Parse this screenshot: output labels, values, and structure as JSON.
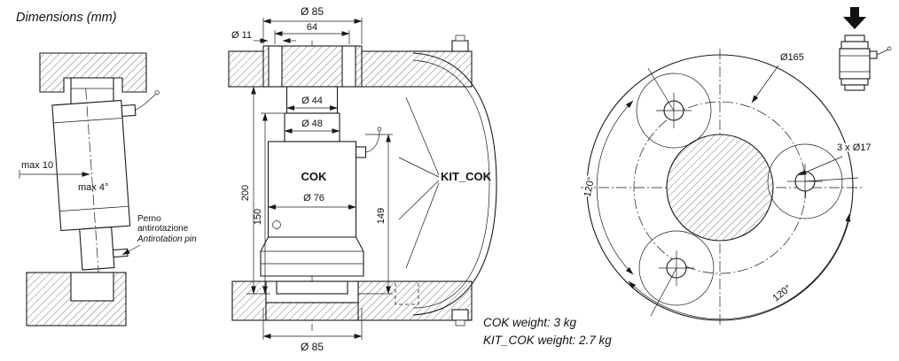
{
  "page": {
    "title": "Dimensions (mm)"
  },
  "left_view": {
    "max_offset": "max 10",
    "max_angle": "max 4°",
    "pin_line1": "Perno",
    "pin_line2": "antirotazione",
    "pin_line3": "Antirotation pin"
  },
  "section_view": {
    "dia_85_top": "Ø 85",
    "dim_64": "64",
    "dia_11": "Ø 11",
    "dia_44": "Ø 44",
    "dia_48": "Ø 48",
    "part_label": "COK",
    "dia_76": "Ø 76",
    "h_200": "200",
    "h_150": "150",
    "h_149": "149",
    "dia_85_bottom": "Ø 85",
    "kit_label": "KIT_COK"
  },
  "top_view": {
    "dia_165": "Ø165",
    "holes": "3 x Ø17",
    "angle_left": "120°",
    "angle_right": "120°"
  },
  "notes": {
    "cok_weight": "COK weight: 3 kg",
    "kit_weight": "KIT_COK weight: 2.7 kg"
  },
  "colors": {
    "line": "#1a1a1a",
    "background": "#ffffff"
  }
}
